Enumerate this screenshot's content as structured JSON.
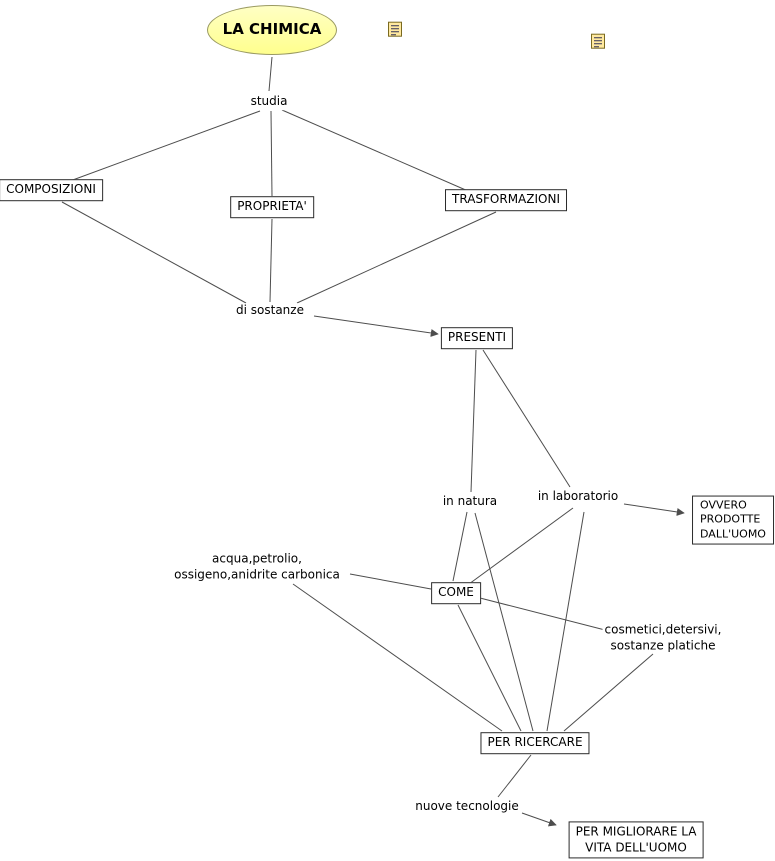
{
  "diagram": {
    "nodes": {
      "la_chimica": "LA CHIMICA",
      "studia": "studia",
      "composizioni": "COMPOSIZIONI",
      "proprieta": "PROPRIETA'",
      "trasformazioni": "TRASFORMAZIONI",
      "di_sostanze": "di sostanze",
      "presenti": "PRESENTI",
      "in_natura": "in natura",
      "in_laboratorio": "in laboratorio",
      "ovvero_prodotte": "OVVERO\nPRODOTTE\nDALL'UOMO",
      "acqua": "acqua,petrolio,\nossigeno,anidrite carbonica",
      "come": "COME",
      "cosmetici": "cosmetici,detersivi,\nsostanze platiche",
      "per_ricercare": "PER RICERCARE",
      "nuove_tecnologie": "nuove tecnologie",
      "per_migliorare": "PER MIGLIORARE LA\nVITA DELL'UOMO"
    },
    "icons": {
      "resource_1": "document-icon",
      "resource_2": "document-icon"
    },
    "colors": {
      "background": "#ffffff",
      "node_fill": "#ffffff",
      "node_border": "#2b2b2b",
      "ellipse_fill": "#ffff99",
      "edge": "#4d4d4d"
    },
    "edges": [
      {
        "from": "la_chimica",
        "to": "studia",
        "arrow": false
      },
      {
        "from": "studia",
        "to": "composizioni",
        "arrow": false
      },
      {
        "from": "studia",
        "to": "proprieta",
        "arrow": false
      },
      {
        "from": "studia",
        "to": "trasformazioni",
        "arrow": false
      },
      {
        "from": "composizioni",
        "to": "di_sostanze",
        "arrow": false
      },
      {
        "from": "proprieta",
        "to": "di_sostanze",
        "arrow": false
      },
      {
        "from": "trasformazioni",
        "to": "di_sostanze",
        "arrow": false
      },
      {
        "from": "di_sostanze",
        "to": "presenti",
        "arrow": true
      },
      {
        "from": "presenti",
        "to": "in_natura",
        "arrow": false
      },
      {
        "from": "presenti",
        "to": "in_laboratorio",
        "arrow": false
      },
      {
        "from": "in_natura",
        "to": "come",
        "arrow": false
      },
      {
        "from": "in_laboratorio",
        "to": "come",
        "arrow": false
      },
      {
        "from": "in_laboratorio",
        "to": "ovvero_prodotte",
        "arrow": true
      },
      {
        "from": "acqua",
        "to": "come",
        "arrow": false
      },
      {
        "from": "come",
        "to": "cosmetici",
        "arrow": false
      },
      {
        "from": "acqua",
        "to": "per_ricercare",
        "arrow": false
      },
      {
        "from": "come",
        "to": "per_ricercare",
        "arrow": false
      },
      {
        "from": "in_natura",
        "to": "per_ricercare",
        "arrow": false
      },
      {
        "from": "in_laboratorio",
        "to": "per_ricercare",
        "arrow": false
      },
      {
        "from": "cosmetici",
        "to": "per_ricercare",
        "arrow": false
      },
      {
        "from": "per_ricercare",
        "to": "nuove_tecnologie",
        "arrow": false
      },
      {
        "from": "nuove_tecnologie",
        "to": "per_migliorare",
        "arrow": true
      }
    ]
  }
}
